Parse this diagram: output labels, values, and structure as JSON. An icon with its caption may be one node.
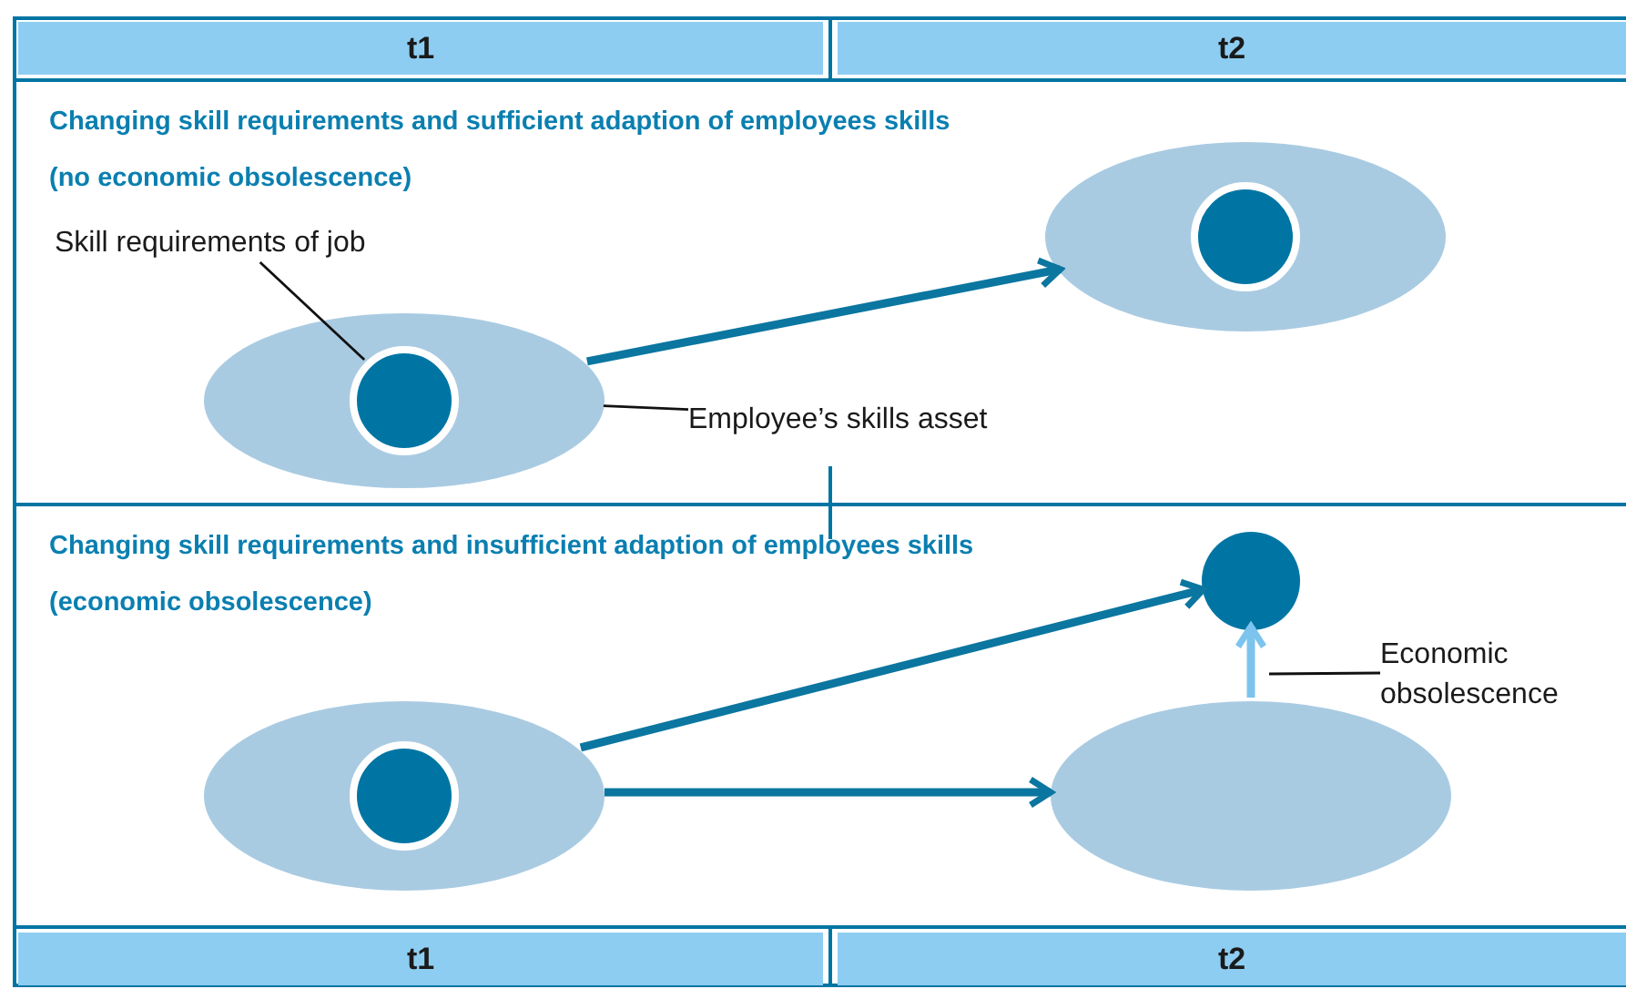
{
  "diagram": {
    "nodes": [
      {
        "text": [
          "t1"
        ]
      },
      {
        "text": [
          "t2"
        ]
      },
      {
        "text": [
          "Changing skill requirements and sufficient adaption of employees skills",
          "(no economic obsolescence)"
        ]
      },
      {
        "text": [],
        "shape": "ellipse",
        "in": 2
      },
      {
        "text": [],
        "shape": "circle",
        "in": 3
      },
      {
        "text": [],
        "shape": "ellipse",
        "in": 2
      },
      {
        "text": [],
        "shape": "circle",
        "in": 5
      },
      {
        "text": [
          "Skill requirements of job"
        ],
        "in": 2
      },
      {
        "text": [
          "Employee’s skills asset"
        ],
        "in": 2
      },
      {
        "text": [
          "Changing skill requirements and insufficient adaption of employees skills",
          "(economic obsolescence)"
        ]
      },
      {
        "text": [],
        "shape": "ellipse",
        "in": 9
      },
      {
        "text": [],
        "shape": "circle",
        "in": 10
      },
      {
        "text": [],
        "shape": "ellipse",
        "in": 9
      },
      {
        "text": [],
        "shape": "circle",
        "in": 9
      },
      {
        "text": [
          "Economic obsolescence"
        ],
        "in": 9
      },
      {
        "text": [
          "t1"
        ]
      },
      {
        "text": [
          "t2"
        ]
      }
    ],
    "edges": [
      {
        "from": 3,
        "to": 5,
        "arrow": "to"
      },
      {
        "from": 7,
        "to": 4,
        "arrow": "none",
        "color": "#111111"
      },
      {
        "from": 8,
        "to": 3,
        "arrow": "none",
        "color": "#111111"
      },
      {
        "from": 10,
        "to": 13,
        "arrow": "to"
      },
      {
        "from": 10,
        "to": 12,
        "arrow": "to"
      },
      {
        "from": 12,
        "to": 13,
        "arrow": "to",
        "color": "#7cc4ee"
      },
      {
        "from": 14,
        "to": null,
        "arrow": "none",
        "color": "#111111"
      }
    ]
  }
}
